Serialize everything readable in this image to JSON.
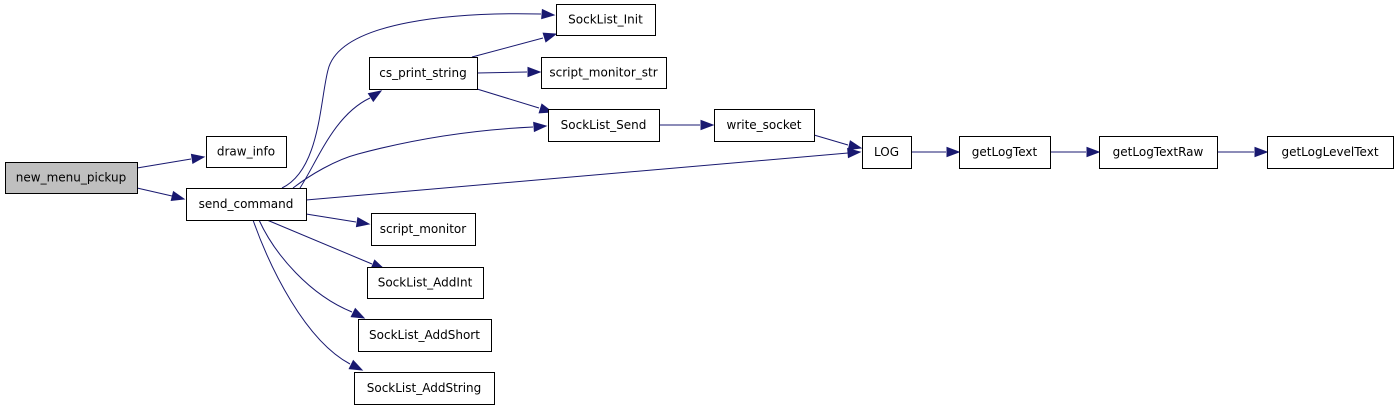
{
  "diagram": {
    "type": "call-graph",
    "colors": {
      "edge": "#191970",
      "root_fill": "#bfbfbf",
      "node_fill": "#ffffff",
      "node_border": "#000000"
    },
    "nodes": [
      {
        "id": "new_menu_pickup",
        "label": "new_menu_pickup",
        "highlighted": true
      },
      {
        "id": "draw_info",
        "label": "draw_info"
      },
      {
        "id": "send_command",
        "label": "send_command"
      },
      {
        "id": "cs_print_string",
        "label": "cs_print_string"
      },
      {
        "id": "SockList_Init",
        "label": "SockList_Init"
      },
      {
        "id": "script_monitor_str",
        "label": "script_monitor_str"
      },
      {
        "id": "SockList_Send",
        "label": "SockList_Send"
      },
      {
        "id": "script_monitor",
        "label": "script_monitor"
      },
      {
        "id": "SockList_AddInt",
        "label": "SockList_AddInt"
      },
      {
        "id": "SockList_AddShort",
        "label": "SockList_AddShort"
      },
      {
        "id": "SockList_AddString",
        "label": "SockList_AddString"
      },
      {
        "id": "write_socket",
        "label": "write_socket"
      },
      {
        "id": "LOG",
        "label": "LOG"
      },
      {
        "id": "getLogText",
        "label": "getLogText"
      },
      {
        "id": "getLogTextRaw",
        "label": "getLogTextRaw"
      },
      {
        "id": "getLogLevelText",
        "label": "getLogLevelText"
      }
    ],
    "edges": [
      {
        "from": "new_menu_pickup",
        "to": "draw_info"
      },
      {
        "from": "new_menu_pickup",
        "to": "send_command"
      },
      {
        "from": "send_command",
        "to": "cs_print_string"
      },
      {
        "from": "send_command",
        "to": "SockList_Init"
      },
      {
        "from": "send_command",
        "to": "SockList_Send"
      },
      {
        "from": "send_command",
        "to": "LOG"
      },
      {
        "from": "send_command",
        "to": "script_monitor"
      },
      {
        "from": "send_command",
        "to": "SockList_AddInt"
      },
      {
        "from": "send_command",
        "to": "SockList_AddShort"
      },
      {
        "from": "send_command",
        "to": "SockList_AddString"
      },
      {
        "from": "cs_print_string",
        "to": "SockList_Init"
      },
      {
        "from": "cs_print_string",
        "to": "script_monitor_str"
      },
      {
        "from": "cs_print_string",
        "to": "SockList_Send"
      },
      {
        "from": "SockList_Send",
        "to": "write_socket"
      },
      {
        "from": "write_socket",
        "to": "LOG"
      },
      {
        "from": "LOG",
        "to": "getLogText"
      },
      {
        "from": "getLogText",
        "to": "getLogTextRaw"
      },
      {
        "from": "getLogTextRaw",
        "to": "getLogLevelText"
      }
    ]
  }
}
